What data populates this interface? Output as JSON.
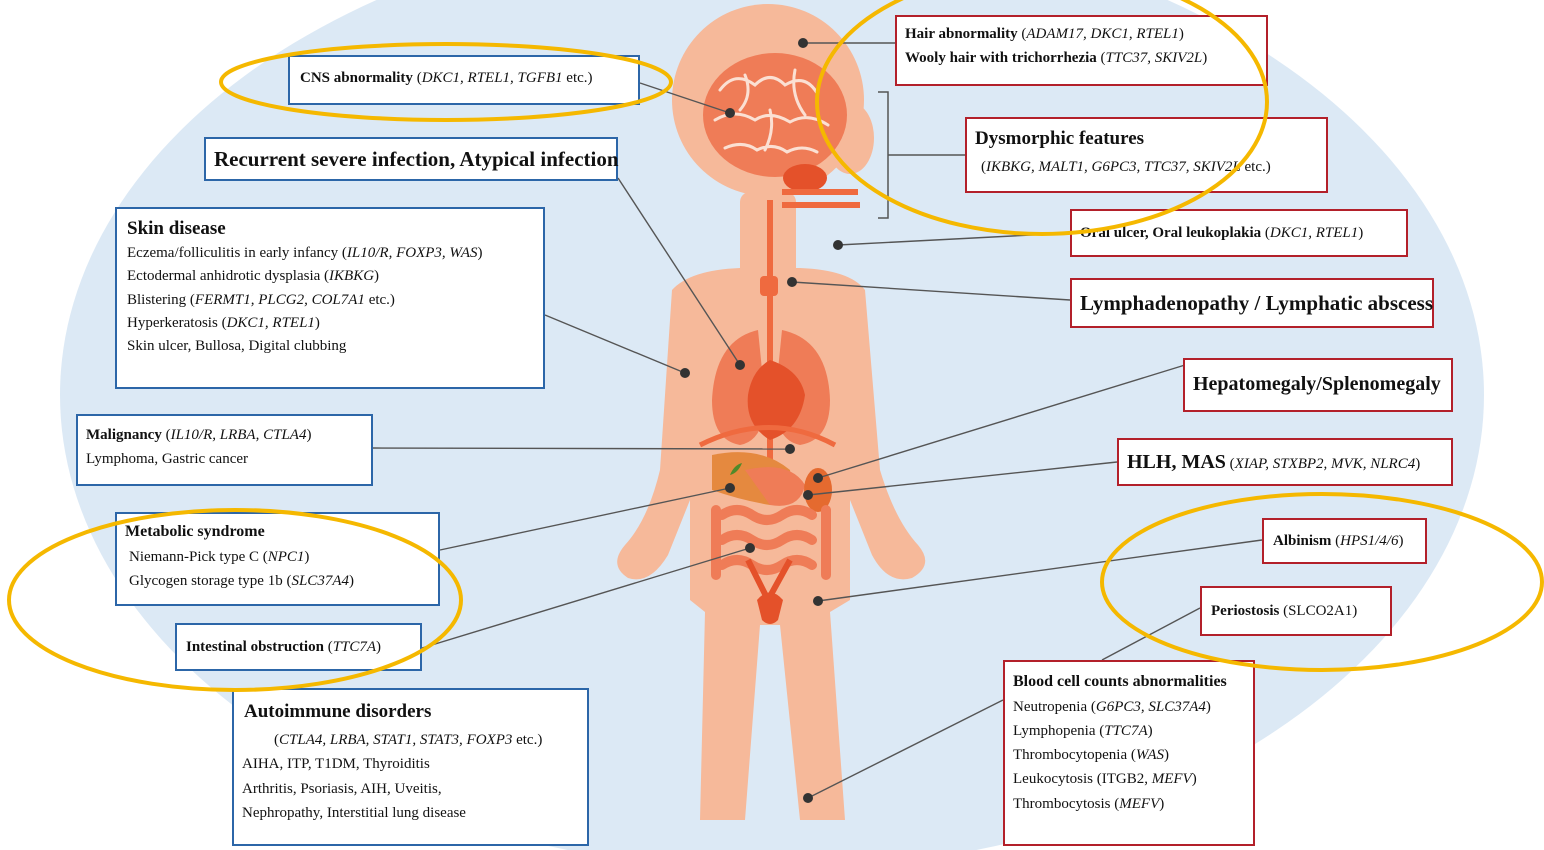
{
  "colors": {
    "background_ellipse": "#dce9f5",
    "body_skin": "#f6b99a",
    "organ": "#ef7c57",
    "organ_dark": "#e4512a",
    "blue_border": "#2c66a8",
    "red_border": "#b3202a",
    "highlight_ellipse": "#f5b800",
    "connector": "#555555"
  },
  "left_boxes": {
    "cns": {
      "title": "CNS abnormality",
      "genes": "DKC1, RTEL1, TGFB1",
      "suffix": " etc.)"
    },
    "infection": {
      "title": "Recurrent severe infection, Atypical infection"
    },
    "skin": {
      "title": "Skin disease",
      "items": [
        {
          "text": "Eczema/folliculitis in early infancy ",
          "genes": "IL10/R, FOXP3, WAS",
          "suffix": ")"
        },
        {
          "text": "Ectodermal anhidrotic dysplasia ",
          "genes": "IKBKG",
          "suffix": ")"
        },
        {
          "text": "Blistering ",
          "genes": "FERMT1, PLCG2, COL7A1",
          "suffix": " etc.)"
        },
        {
          "text": "Hyperkeratosis ",
          "genes": "DKC1, RTEL1",
          "suffix": ")"
        },
        {
          "text": "Skin ulcer, Bullosa, Digital clubbing"
        }
      ]
    },
    "malignancy": {
      "title": "Malignancy",
      "genes": "IL10/R, LRBA, CTLA4",
      "line2": "Lymphoma, Gastric cancer"
    },
    "metabolic": {
      "title": "Metabolic syndrome",
      "items": [
        {
          "text": "Niemann-Pick type C ",
          "genes": "NPC1",
          "suffix": ")"
        },
        {
          "text": "Glycogen storage type 1b ",
          "genes": "SLC37A4",
          "suffix": ")"
        }
      ]
    },
    "intestinal": {
      "title": "Intestinal obstruction",
      "genes": "TTC7A"
    },
    "autoimmune": {
      "title": "Autoimmune disorders",
      "genes": "CTLA4, LRBA, STAT1, STAT3, FOXP3",
      "suffix": " etc.)",
      "lines": [
        "AIHA, ITP, T1DM, Thyroiditis",
        "Arthritis, Psoriasis, AIH, Uveitis,",
        "Nephropathy, Interstitial lung disease"
      ]
    }
  },
  "right_boxes": {
    "hair": {
      "line1": "Hair abnormality",
      "genes1": "ADAM17, DKC1, RTEL1",
      "line2": "Wooly hair with trichorrhezia",
      "genes2": "TTC37, SKIV2L"
    },
    "dysmorphic": {
      "title": "Dysmorphic features",
      "genes": "IKBKG, MALT1, G6PC3, TTC37, SKIV2L",
      "suffix": " etc.)"
    },
    "oral": {
      "title": "Oral ulcer,  Oral leukoplakia",
      "genes": "DKC1, RTEL1"
    },
    "lymph": {
      "title": "Lymphadenopathy / Lymphatic abscess"
    },
    "hepato": {
      "title": "Hepatomegaly/Splenomegaly"
    },
    "hlh": {
      "title": "HLH, MAS",
      "genes": "XIAP, STXBP2, MVK, NLRC4"
    },
    "albinism": {
      "title": "Albinism",
      "genes": "HPS1/4/6"
    },
    "periostosis": {
      "title": "Periostosis",
      "genes_plain": "SLCO2A1"
    },
    "blood": {
      "title": "Blood cell counts abnormalities",
      "items": [
        {
          "text": "Neutropenia ",
          "genes": "G6PC3, SLC37A4",
          "suffix": ")"
        },
        {
          "text": "Lymphopenia ",
          "genes": "TTC7A",
          "suffix": ")"
        },
        {
          "text": "Thrombocytopenia ",
          "genes": "WAS",
          "suffix": ")"
        },
        {
          "text": "Leukocytosis (ITGB2, ",
          "genes": "MEFV",
          "suffix": ")",
          "no_paren": true
        },
        {
          "text": "Thrombocytosis ",
          "genes": "MEFV",
          "suffix": ")"
        }
      ]
    }
  }
}
